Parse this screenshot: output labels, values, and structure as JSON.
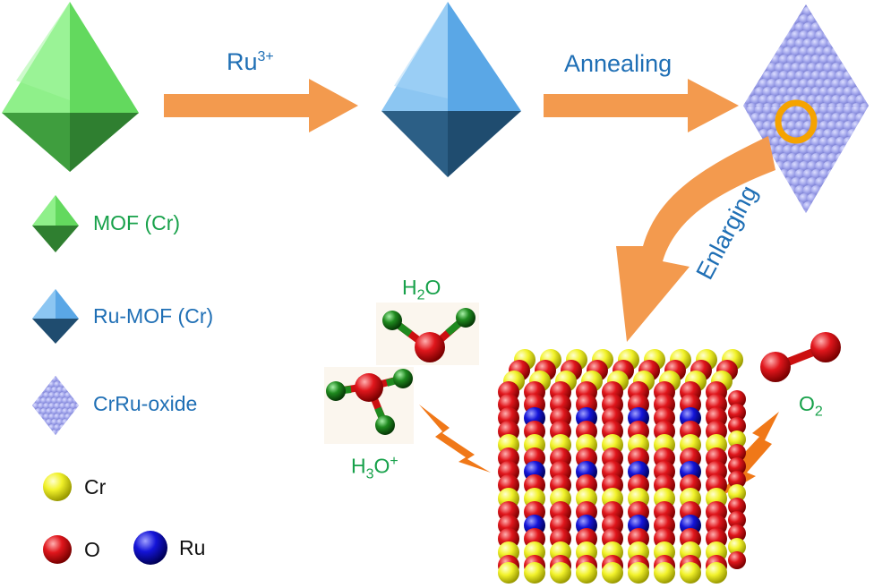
{
  "steps": {
    "ru": {
      "main": "Ru",
      "sup": "3+"
    },
    "annealing": "Annealing",
    "enlarging": "Enlarging"
  },
  "legend": {
    "mof": "MOF (Cr)",
    "ru_mof": "Ru-MOF (Cr)",
    "cr_ru_oxide": "CrRu-oxide"
  },
  "atoms": {
    "cr": "Cr",
    "o": "O",
    "ru": "Ru"
  },
  "molecules": {
    "water": {
      "a": "H",
      "sub": "2",
      "b": "O"
    },
    "hydronium": {
      "a": "H",
      "sub": "3",
      "b": "O",
      "sup": "+"
    },
    "oxygen": {
      "a": "O",
      "sub": "2"
    }
  },
  "colors": {
    "mof_green": "#63d95e",
    "ru_mof_blue": "#5aa7e6",
    "oxide_purple": "#9a9ee8",
    "arrow_orange": "#f39a4e",
    "cr_yellow": "#f2f22a",
    "o_red": "#e0161c",
    "ru_blue": "#1414d8",
    "h_green": "#1f8a1f",
    "ring_orange": "#f5a300",
    "label_blue": "#1f6fb5",
    "label_green": "#17a14a"
  }
}
